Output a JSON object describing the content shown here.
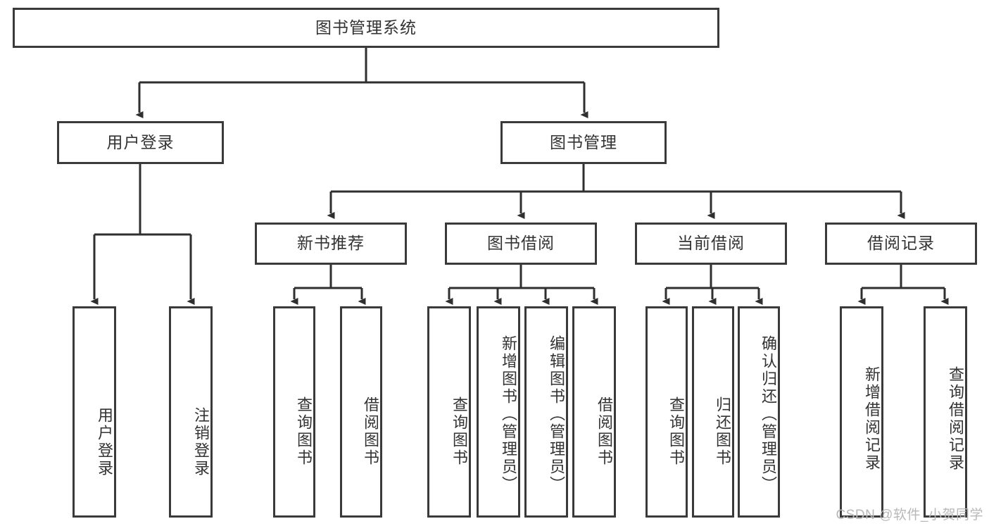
{
  "diagram": {
    "title_node": {
      "id": "root",
      "label": "图书管理系统",
      "orientation": "horizontal"
    },
    "level1": [
      {
        "id": "user-login",
        "label": "用户登录",
        "orientation": "horizontal"
      },
      {
        "id": "book-manage",
        "label": "图书管理",
        "orientation": "horizontal"
      }
    ],
    "level2": [
      {
        "id": "new-book-recommend",
        "label": "新书推荐",
        "orientation": "horizontal",
        "parent": "book-manage"
      },
      {
        "id": "book-borrow",
        "label": "图书借阅",
        "orientation": "horizontal",
        "parent": "book-manage"
      },
      {
        "id": "current-borrow",
        "label": "当前借阅",
        "orientation": "horizontal",
        "parent": "book-manage"
      },
      {
        "id": "borrow-record",
        "label": "借阅记录",
        "orientation": "horizontal",
        "parent": "book-manage"
      }
    ],
    "leaves": [
      {
        "id": "leaf-user-login",
        "label": "用户登录",
        "orientation": "vertical",
        "parent": "user-login"
      },
      {
        "id": "leaf-user-logout",
        "label": "注销登录",
        "orientation": "vertical",
        "parent": "user-login"
      },
      {
        "id": "leaf-query-book-1",
        "label": "查询图书",
        "orientation": "vertical",
        "parent": "new-book-recommend"
      },
      {
        "id": "leaf-borrow-book-1",
        "label": "借阅图书",
        "orientation": "vertical",
        "parent": "new-book-recommend"
      },
      {
        "id": "leaf-query-book-2",
        "label": "查询图书",
        "orientation": "vertical",
        "parent": "book-borrow"
      },
      {
        "id": "leaf-add-book",
        "label": "新增图书（管理员）",
        "orientation": "vertical",
        "parent": "book-borrow"
      },
      {
        "id": "leaf-edit-book",
        "label": "编辑图书（管理员）",
        "orientation": "vertical",
        "parent": "book-borrow"
      },
      {
        "id": "leaf-borrow-book-2",
        "label": "借阅图书",
        "orientation": "vertical",
        "parent": "book-borrow"
      },
      {
        "id": "leaf-query-book-3",
        "label": "查询图书",
        "orientation": "vertical",
        "parent": "current-borrow"
      },
      {
        "id": "leaf-return-book",
        "label": "归还图书",
        "orientation": "vertical",
        "parent": "current-borrow"
      },
      {
        "id": "leaf-confirm-return",
        "label": "确认归还（管理员）",
        "orientation": "vertical",
        "parent": "current-borrow"
      },
      {
        "id": "leaf-add-record",
        "label": "新增借阅记录",
        "orientation": "vertical",
        "parent": "borrow-record"
      },
      {
        "id": "leaf-query-record",
        "label": "查询借阅记录",
        "orientation": "vertical",
        "parent": "borrow-record"
      }
    ],
    "watermark": "CSDN @软件_小贺同学",
    "colors": {
      "border": "#3a3a3a",
      "connector": "#2f2f2f",
      "text": "#333333",
      "background": "#ffffff",
      "watermark": "#b8b8b8"
    }
  }
}
